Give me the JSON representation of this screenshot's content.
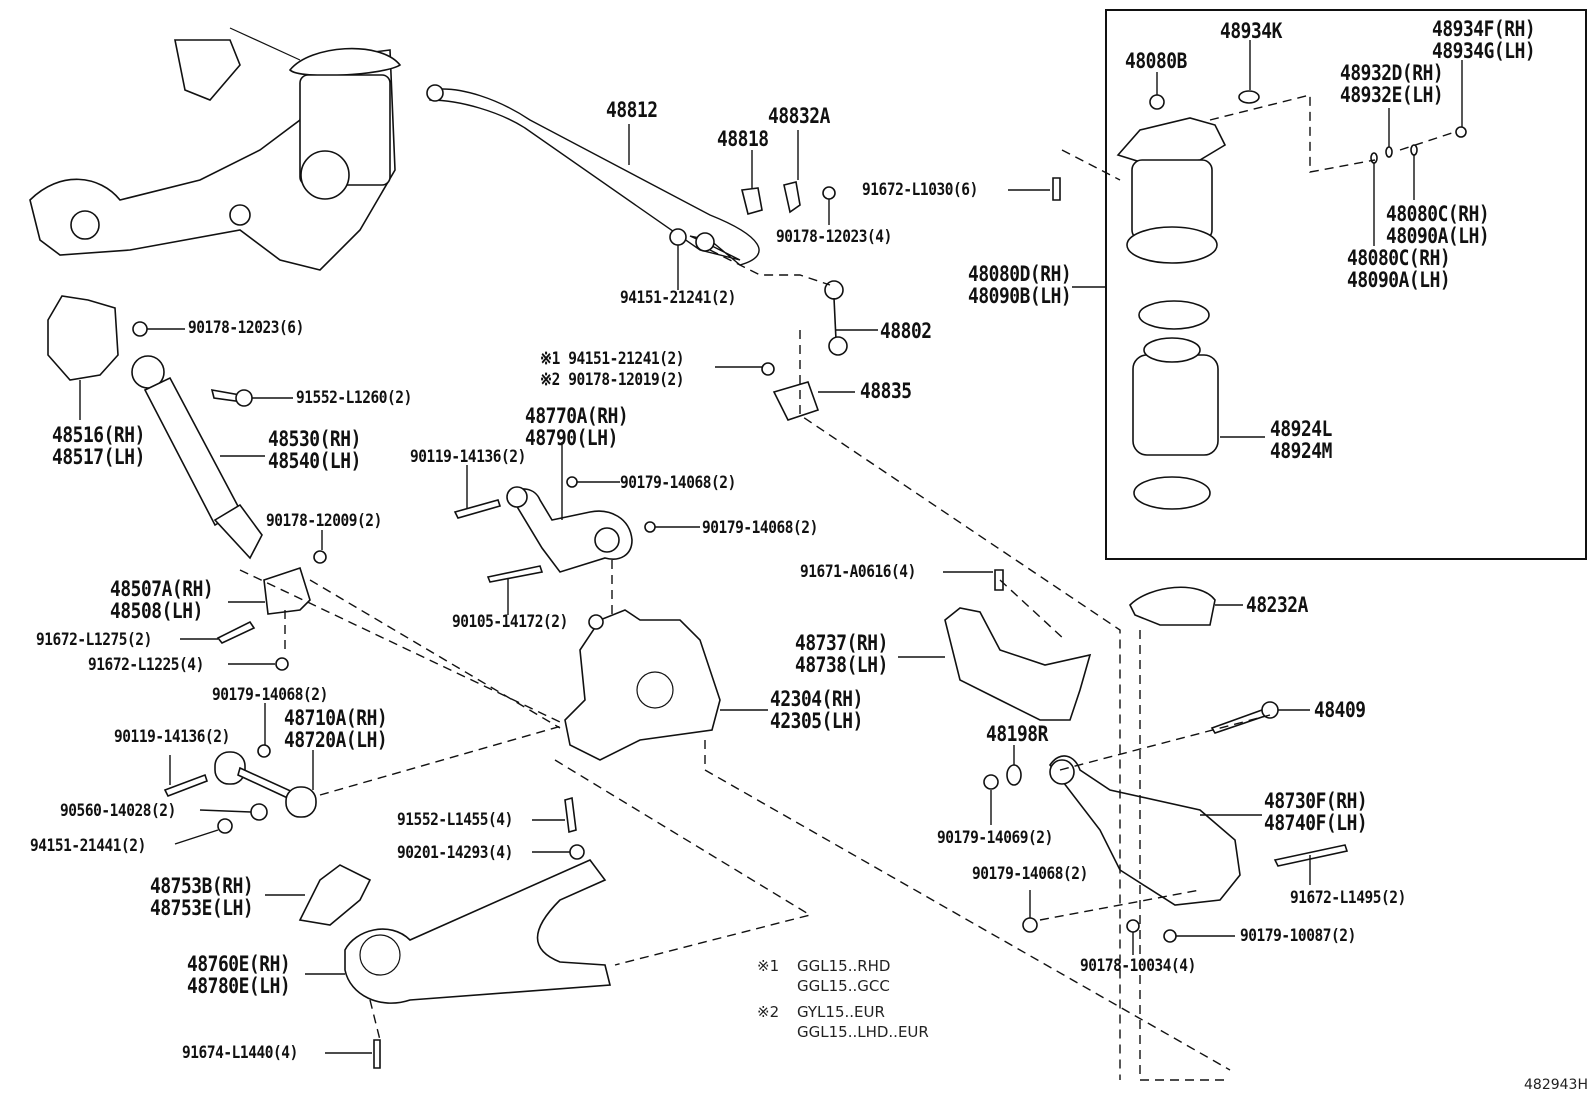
{
  "diagram": {
    "title": "Rear suspension exploded parts diagram",
    "catalog_number": "482943H",
    "callouts": {
      "c48934K": "48934K",
      "c48080B": "48080B",
      "c48934F": "48934F(RH)\n48934G(LH)",
      "c48932D": "48932D(RH)\n48932E(LH)",
      "c48080C_a": "48080C(RH)\n48090A(LH)",
      "c48080C_b": "48080C(RH)\n48090A(LH)",
      "c48080D": "48080D(RH)\n48090B(LH)",
      "c48924L": "48924L\n48924M",
      "c48232A": "48232A",
      "c48409": "48409",
      "c48730F": "48730F(RH)\n48740F(LH)",
      "c91672L1495": "91672-L1495(2)",
      "c90179_10087": "90179-10087(2)",
      "c90178_10034": "90178-10034(4)",
      "c90179_14068_r": "90179-14068(2)",
      "c90179_14069": "90179-14069(2)",
      "c48198R": "48198R",
      "c48737": "48737(RH)\n48738(LH)",
      "c91671A0616": "91671-A0616(4)",
      "c91672L1030": "91672-L1030(6)",
      "c48812": "48812",
      "c48818": "48818",
      "c48832A": "48832A",
      "c90178_12023_4": "90178-12023(4)",
      "c94151_21241": "94151-21241(2)",
      "c48802": "48802",
      "c48835": "48835",
      "c_alt_1": "※1 94151-21241(2)",
      "c_alt_2": "※2 90178-12019(2)",
      "c48770A": "48770A(RH)\n48790(LH)",
      "c90119_14136_a": "90119-14136(2)",
      "c90179_14068_a": "90179-14068(2)",
      "c90179_14068_b": "90179-14068(2)",
      "c90105_14172": "90105-14172(2)",
      "c42304": "42304(RH)\n42305(LH)",
      "c90178_12023_6": "90178-12023(6)",
      "c91552L1260": "91552-L1260(2)",
      "c48516": "48516(RH)\n48517(LH)",
      "c48530": "48530(RH)\n48540(LH)",
      "c90178_12009": "90178-12009(2)",
      "c48507A": "48507A(RH)\n48508(LH)",
      "c91672L1275": "91672-L1275(2)",
      "c91672L1225": "91672-L1225(4)",
      "c90179_14068_c": "90179-14068(2)",
      "c48710A": "48710A(RH)\n48720A(LH)",
      "c90119_14136_b": "90119-14136(2)",
      "c90560_14028": "90560-14028(2)",
      "c94151_21441": "94151-21441(2)",
      "c91552L1455": "91552-L1455(4)",
      "c90201_14293": "90201-14293(4)",
      "c48753B": "48753B(RH)\n48753E(LH)",
      "c48760E": "48760E(RH)\n48780E(LH)",
      "c91674L1440": "91674-L1440(4)"
    },
    "notes": [
      {
        "mark": "※1",
        "lines": "GGL15..RHD\nGGL15..GCC"
      },
      {
        "mark": "※2",
        "lines": "GYL15..EUR\nGGL15..LHD..EUR"
      }
    ]
  }
}
